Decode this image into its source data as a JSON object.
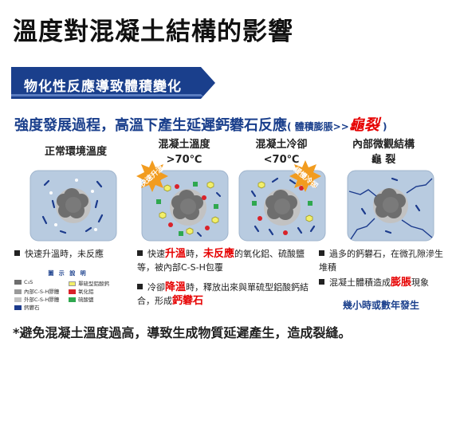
{
  "title": "溫度對混凝土結構的影響",
  "banner": "物化性反應導致體積變化",
  "headline": {
    "main": "強度發展過程，高溫下產生延遲鈣礬石反應",
    "paren_open": "(",
    "paren_text": " 體積膨脹>>",
    "highlight": "龜裂",
    "paren_close": " )"
  },
  "stages": [
    {
      "label_lines": [
        "正常環境溫度"
      ]
    },
    {
      "label_lines": [
        "混凝土溫度",
        ">70℃"
      ],
      "side_tag": "快速升溫"
    },
    {
      "label_lines": [
        "混凝土冷卻",
        "<70℃"
      ],
      "side_tag": "緩慢冷卻"
    },
    {
      "label_lines": [
        "內部微觀結構",
        "龜 裂"
      ]
    }
  ],
  "bullets": {
    "col1": [
      {
        "text": "快速升溫時，未反應"
      }
    ],
    "col2": [
      {
        "pre": "快速",
        "hl1": "升溫",
        "mid": "時，",
        "hl2": "未反應",
        "post": "的氧化鋁、硫酸鹽等，被內部C-S-H包覆"
      },
      {
        "pre": "冷卻",
        "hl1": "降溫",
        "mid": "時，釋放出來與單硫型鋁酸鈣結合，形成",
        "hl2": "鈣礬石",
        "post": ""
      }
    ],
    "col3": [
      {
        "pre": "過多的鈣礬石，在微孔隙滲生堆積",
        "hl": "",
        "post": ""
      },
      {
        "pre": "混凝土體積造成",
        "hl": "膨脹",
        "post": "現象"
      }
    ],
    "col3_note": "幾小時或數年發生"
  },
  "legend": {
    "title": "圖 示 說 明",
    "items": [
      {
        "label": "C₃S",
        "color": "#6e6e6e"
      },
      {
        "label": "單硫型鋁酸鈣",
        "color": "#f2ef6a"
      },
      {
        "label": "內部C-S-H膠體",
        "color": "#9a9a9a"
      },
      {
        "label": "氧化鋁",
        "color": "#d9222a"
      },
      {
        "label": "外部C-S-H膠體",
        "color": "#c2c2c2"
      },
      {
        "label": "硫酸鹽",
        "color": "#2fa84f"
      },
      {
        "label": "鈣礬石",
        "color": "#1b3a8c"
      }
    ]
  },
  "footer": "*避免混凝土溫度過高，導致生成物質延遲產生，造成裂縫。",
  "colors": {
    "navy": "#1a3f8c",
    "red": "#e60000",
    "tile": "#b8cbe0",
    "orange": "#f29c1f"
  }
}
